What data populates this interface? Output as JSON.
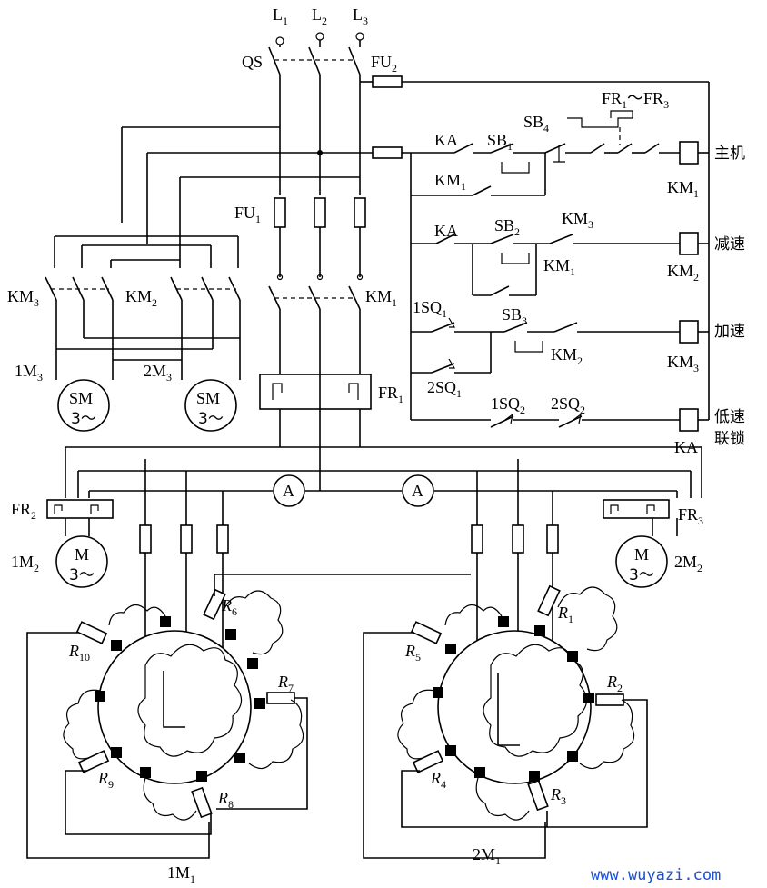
{
  "labels": {
    "L1": "L",
    "L1_sub": "1",
    "L2": "L",
    "L2_sub": "2",
    "L3": "L",
    "L3_sub": "3",
    "QS": "QS",
    "FU2": "FU",
    "FU2_sub": "2",
    "FU1": "FU",
    "FU1_sub": "1",
    "KA_top": "KA",
    "SB1": "SB",
    "SB1_sub": "1",
    "SB4": "SB",
    "SB4_sub": "4",
    "FR1_FR3": "FR",
    "FR1_FR3_sub1": "1",
    "FR1_FR3_mid": "～FR",
    "FR1_FR3_sub3": "3",
    "KM1_contact": "KM",
    "KM1_contact_sub": "1",
    "KA_mid": "KA",
    "SB2": "SB",
    "SB2_sub": "2",
    "KM3_contact": "KM",
    "KM3_contact_sub": "3",
    "KM1_contact2": "KM",
    "KM1_contact2_sub": "1",
    "SQ1_1": "1SQ",
    "SQ1_1_sub": "1",
    "SB3": "SB",
    "SB3_sub": "3",
    "KM2_contact": "KM",
    "KM2_contact_sub": "2",
    "SQ1_2": "2SQ",
    "SQ1_2_sub": "1",
    "SQ2_1": "1SQ",
    "SQ2_1_sub": "2",
    "SQ2_2": "2SQ",
    "SQ2_2_sub": "2",
    "KM3_left": "KM",
    "KM3_left_sub": "3",
    "KM2_left": "KM",
    "KM2_left_sub": "2",
    "KM1_main": "KM",
    "KM1_main_sub": "1",
    "M3_1": "1M",
    "M3_1_sub": "3",
    "M3_2": "2M",
    "M3_2_sub": "3",
    "SM": "SM",
    "SM_phase": "3～",
    "FR1": "FR",
    "FR1_sub": "1",
    "FR2": "FR",
    "FR2_sub": "2",
    "FR3": "FR",
    "FR3_sub": "3",
    "M2_1": "1M",
    "M2_1_sub": "2",
    "M2_2": "2M",
    "M2_2_sub": "2",
    "M": "M",
    "M_phase": "3～",
    "ammeter": "A",
    "R1": "R",
    "R1_sub": "1",
    "R2": "R",
    "R2_sub": "2",
    "R3": "R",
    "R3_sub": "3",
    "R4": "R",
    "R4_sub": "4",
    "R5": "R",
    "R5_sub": "5",
    "R6": "R",
    "R6_sub": "6",
    "R7": "R",
    "R7_sub": "7",
    "R8": "R",
    "R8_sub": "8",
    "R9": "R",
    "R9_sub": "9",
    "R10": "R",
    "R10_sub": "10",
    "M1_1": "1M",
    "M1_1_sub": "1",
    "M1_2": "2M",
    "M1_2_sub": "1"
  },
  "coils": [
    {
      "id": "KM",
      "sub": "1",
      "function": "主机"
    },
    {
      "id": "KM",
      "sub": "2",
      "function": "减速"
    },
    {
      "id": "KM",
      "sub": "3",
      "function": "加速"
    },
    {
      "id": "KA",
      "sub": "",
      "function_line1": "低速",
      "function_line2": "联锁"
    }
  ],
  "watermark": "www.wuyazi.com"
}
